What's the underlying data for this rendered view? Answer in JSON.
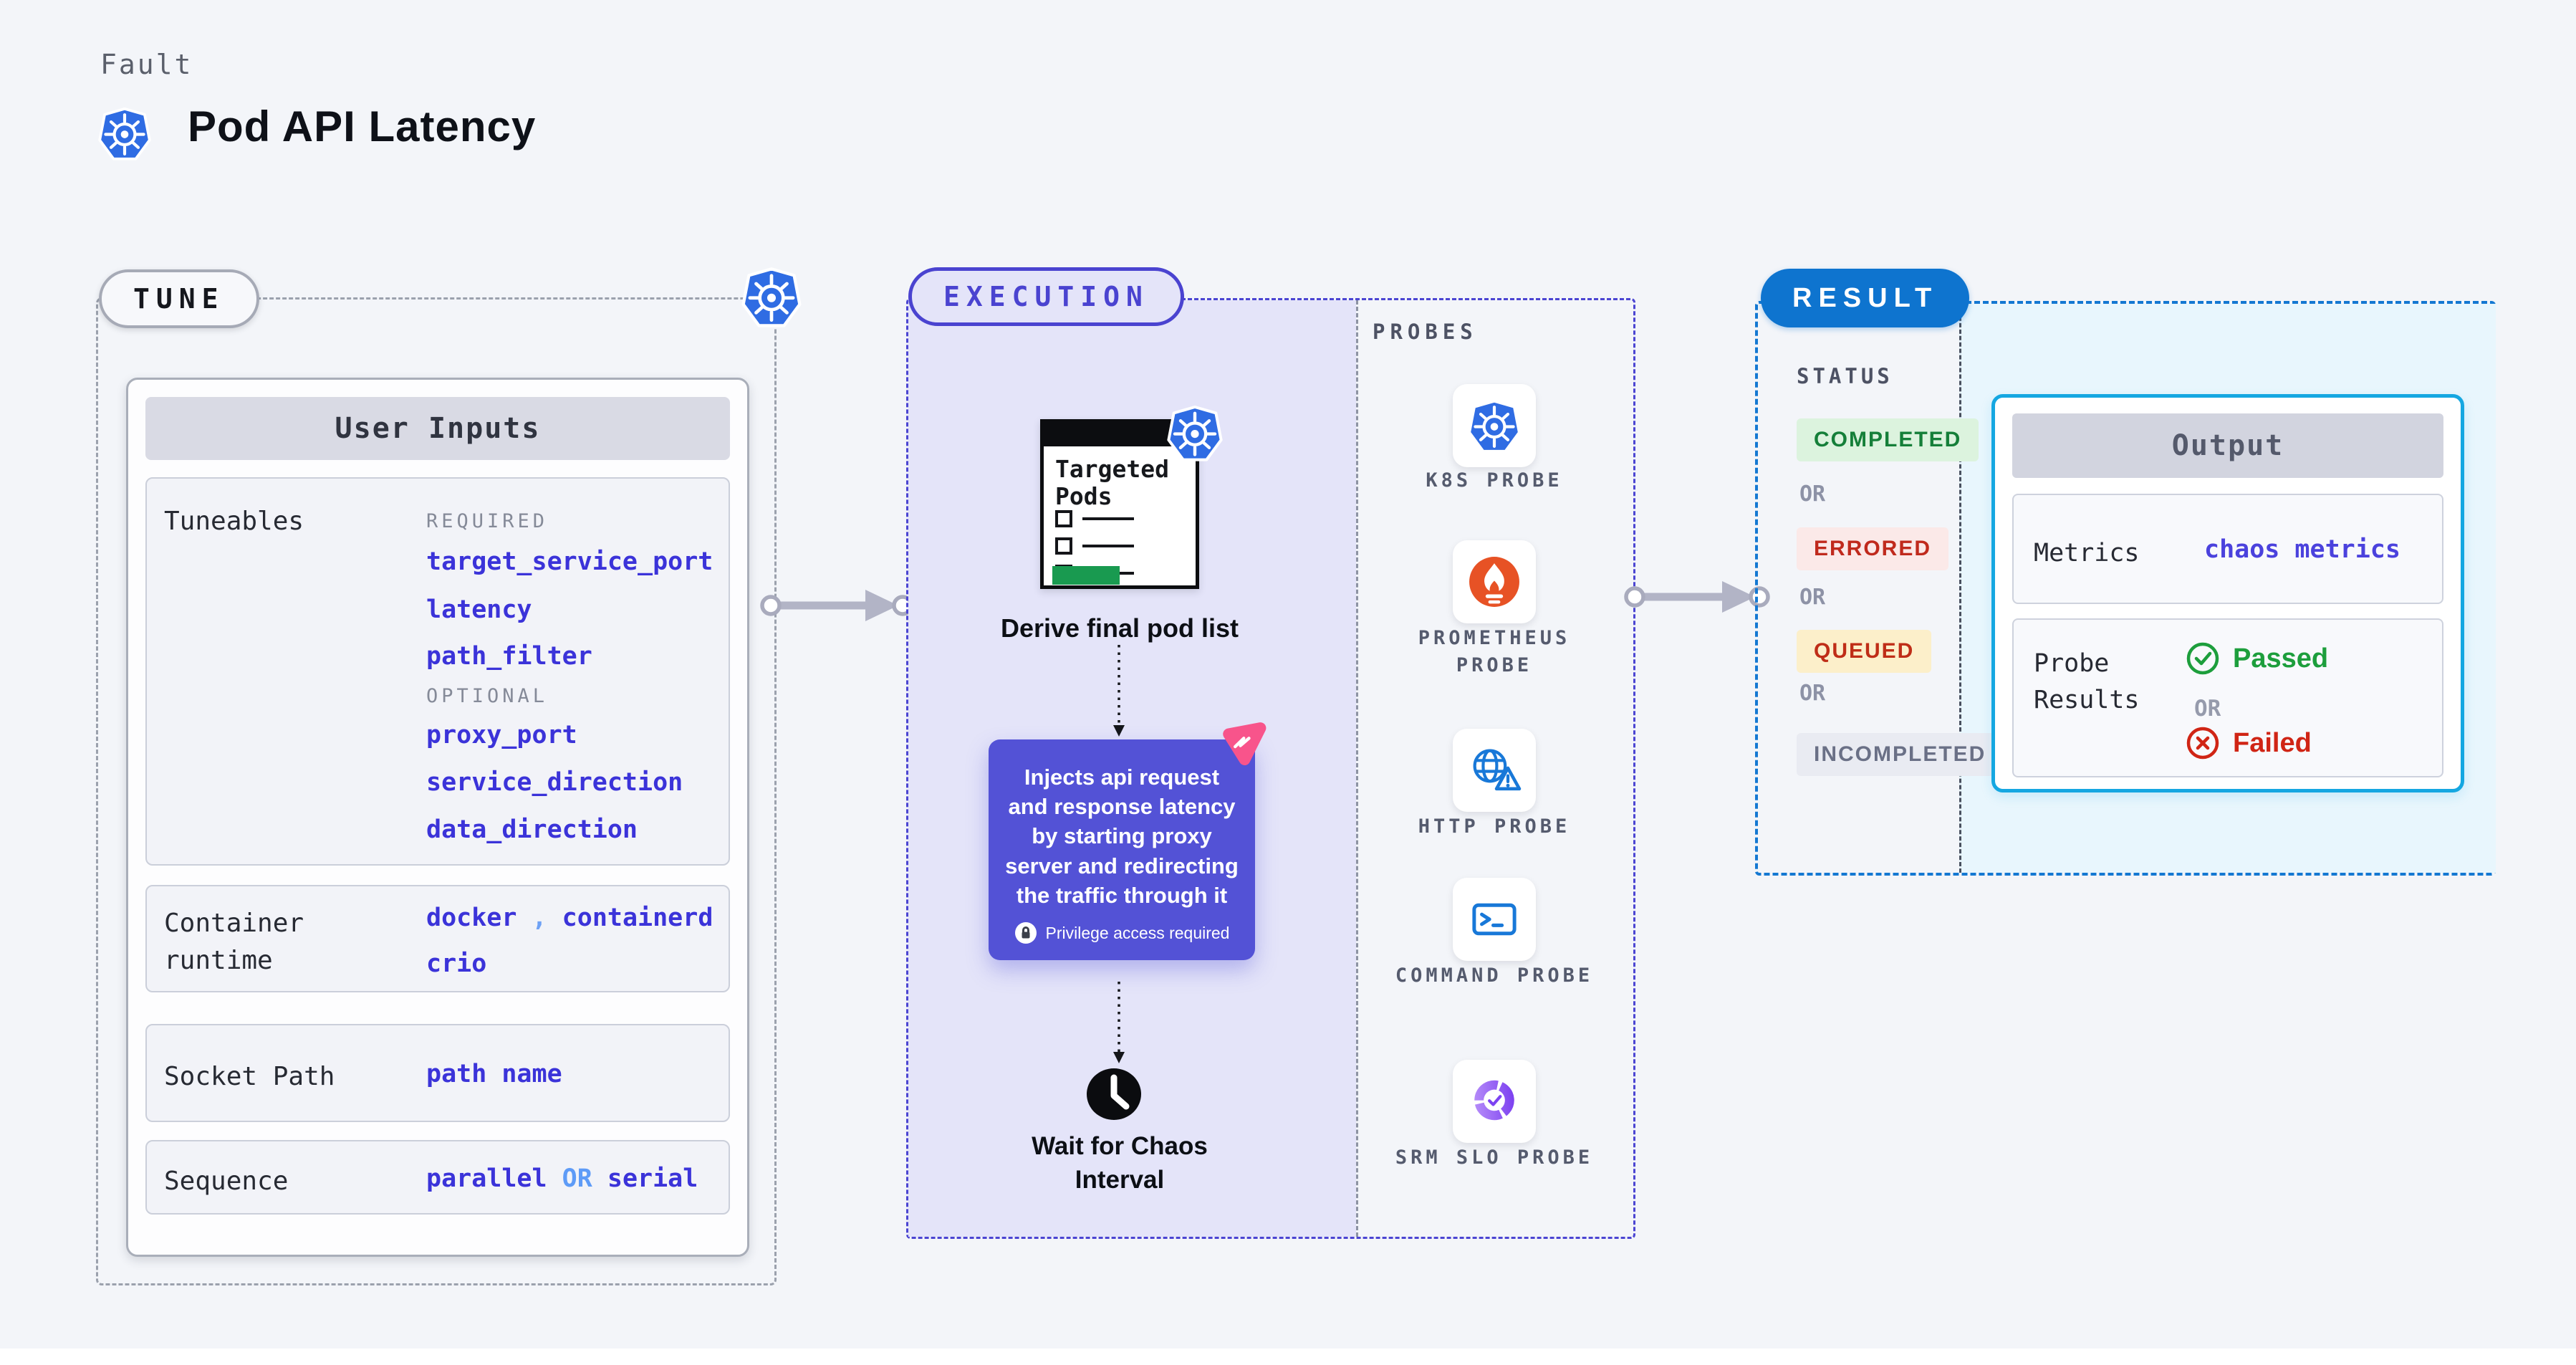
{
  "header": {
    "eyebrow": "Fault",
    "title": "Pod API Latency"
  },
  "tune": {
    "pill": "TUNE",
    "card_title": "User Inputs",
    "tuneables": {
      "label": "Tuneables",
      "required_label": "REQUIRED",
      "required": [
        "target_service_port",
        "latency",
        "path_filter"
      ],
      "optional_label": "OPTIONAL",
      "optional": [
        "proxy_port",
        "service_direction",
        "data_direction"
      ]
    },
    "runtime": {
      "label": "Container runtime",
      "value1": "docker",
      "separator": ",",
      "value2": "containerd",
      "value3": "crio"
    },
    "socket": {
      "label": "Socket Path",
      "value": "path name"
    },
    "sequence": {
      "label": "Sequence",
      "value1": "parallel",
      "or": "OR",
      "value2": "serial"
    }
  },
  "execution": {
    "pill": "EXECUTION",
    "pods_card_title": "Targeted Pods",
    "derive_label": "Derive final pod list",
    "inject_text": "Injects api request and response latency by starting proxy server and redirecting the traffic through it",
    "privilege_label": "Privilege access required",
    "wait_label": "Wait for Chaos Interval"
  },
  "probes": {
    "heading": "PROBES",
    "items": [
      {
        "label": "K8S PROBE",
        "icon": "kubernetes-icon"
      },
      {
        "label": "PROMETHEUS PROBE",
        "icon": "prometheus-icon"
      },
      {
        "label": "HTTP PROBE",
        "icon": "http-globe-icon"
      },
      {
        "label": "COMMAND PROBE",
        "icon": "terminal-icon"
      },
      {
        "label": "SRM SLO PROBE",
        "icon": "slo-donut-icon"
      }
    ]
  },
  "result": {
    "pill": "RESULT",
    "status_heading": "STATUS",
    "or_label": "OR",
    "statuses": [
      {
        "label": "COMPLETED",
        "variant": "green"
      },
      {
        "label": "ERRORED",
        "variant": "red"
      },
      {
        "label": "QUEUED",
        "variant": "yellow"
      },
      {
        "label": "INCOMPLETED",
        "variant": "gray"
      }
    ],
    "output": {
      "title": "Output",
      "metrics_label": "Metrics",
      "metrics_value": "chaos metrics",
      "probe_results_label": "Probe Results",
      "passed": "Passed",
      "or": "OR",
      "failed": "Failed"
    }
  },
  "colors": {
    "page_bg": "#f3f5f9",
    "accent_indigo": "#4a43d0",
    "lavender_bg": "#e4e4f9",
    "inject_bg": "#5352d6",
    "value_indigo": "#3b33d9",
    "link_light_blue": "#5e9bf7",
    "result_blue": "#0e74cf",
    "output_border": "#15a7e1",
    "passed_green": "#1d9e3c",
    "failed_red": "#d02515",
    "k8s_blue": "#2f6ce3",
    "prometheus_orange": "#e75225",
    "chaos_pink": "#f8548b",
    "green_bar": "#199a50"
  }
}
